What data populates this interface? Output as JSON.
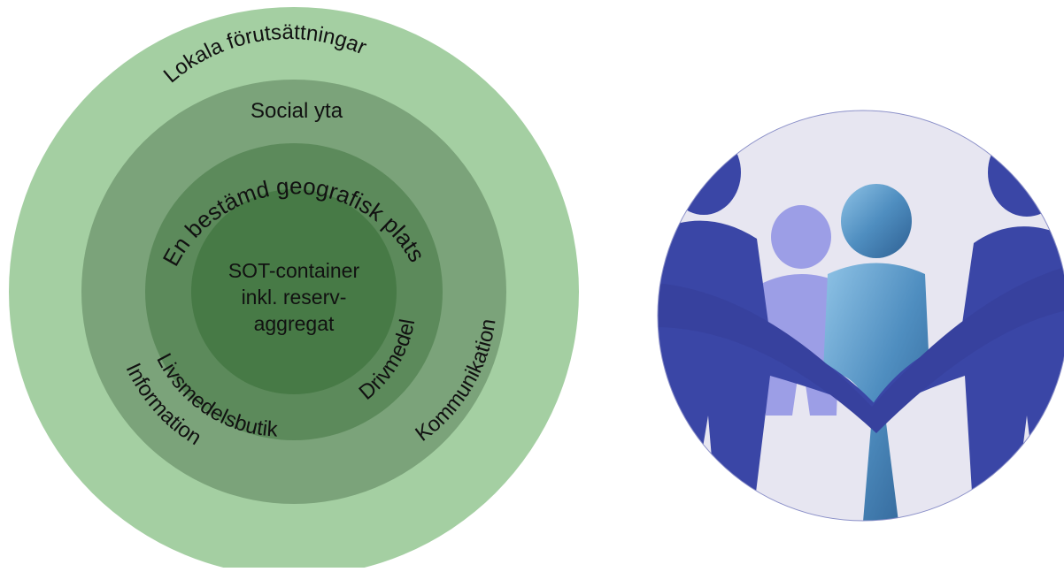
{
  "diagram": {
    "rings": {
      "outer": {
        "label": "Lokala förutsättningar",
        "color": "#a4cfa2"
      },
      "second": {
        "labels": [
          "Social yta",
          "Information",
          "Kommunikation"
        ],
        "color": "#7ba37a"
      },
      "third": {
        "labels": [
          "En bestämd geografisk plats",
          "Livsmedelsbutik",
          "Drivmedel"
        ],
        "color": "#5c8a5b"
      },
      "core": {
        "lines": [
          "SOT-container",
          "inkl. reserv-",
          "aggregat"
        ],
        "color": "#477a46"
      }
    }
  },
  "illustration": {
    "description_icon": "people-holding-hands-icon",
    "colors": {
      "background": "#e7e6f1",
      "figure_dark": "#3a46a6",
      "figure_light": "#9c9ee6",
      "figure_center": "#4f8ec0"
    }
  }
}
